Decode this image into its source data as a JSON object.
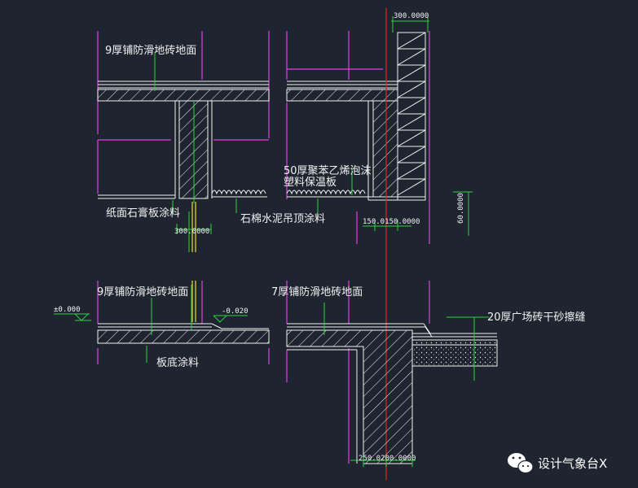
{
  "labels": {
    "top_left_floor": "9厚铺防滑地砖地面",
    "gypsum_board": "纸面石膏板涂料",
    "rock_wool": "石棉水泥吊顶涂料",
    "eps_line1": "50厚聚苯乙烯泡沫",
    "eps_line2": "塑料保温板",
    "bottom_left_floor": "9厚铺防滑地砖地面",
    "slab_bottom": "板底涂料",
    "bottom_right_floor": "7厚铺防滑地砖地面",
    "plaza_brick": "20厚广场砖干砂擦缝"
  },
  "elevations": {
    "zero": "±0.000",
    "minus": "-0.020"
  },
  "dimensions": {
    "top": "300.0000",
    "beam_width": "300.0000",
    "wall_pair": "150.0150.0000",
    "vertical": "60.0000",
    "bottom_pair": "250.0200.0000"
  },
  "watermark": "设计气象台X",
  "colors": {
    "background": "#1f2530",
    "magenta": "#e040e0",
    "green": "#30d040",
    "yellow": "#f0e020",
    "red": "#e02020",
    "white": "#f2f2f2"
  }
}
